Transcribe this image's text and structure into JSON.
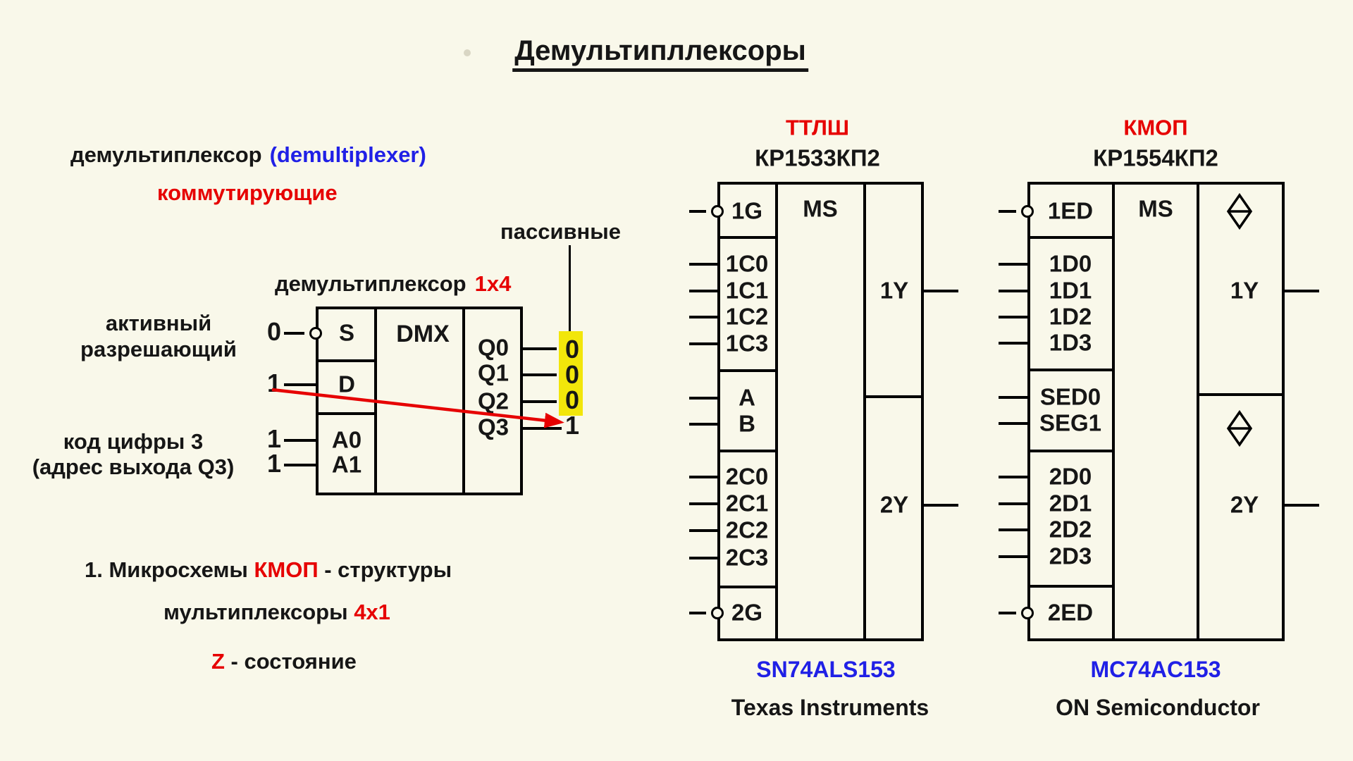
{
  "page": {
    "title": "Демультипллексоры"
  },
  "intro": {
    "term": "демультиплексор",
    "term_en": "(demultiplexer)",
    "commuting": "коммутирующие",
    "passive": "пассивные"
  },
  "dmx": {
    "caption": "демультиплексор",
    "caption_ratio": "1x4",
    "block_label": "DMX",
    "active_label_line1": "активный",
    "active_label_line2": "разрешающий",
    "code_label_line1": "код цифры 3",
    "code_label_line2": "(адрес выхода Q3)",
    "inputs": [
      {
        "name": "S",
        "value": "0",
        "inverted": true
      },
      {
        "name": "D",
        "value": "1",
        "inverted": false
      },
      {
        "name": "A0",
        "value": "1",
        "inverted": false
      },
      {
        "name": "A1",
        "value": "1",
        "inverted": false
      }
    ],
    "outputs": [
      {
        "name": "Q0",
        "value": "0",
        "highlighted": true
      },
      {
        "name": "Q1",
        "value": "0",
        "highlighted": true
      },
      {
        "name": "Q2",
        "value": "0",
        "highlighted": true
      },
      {
        "name": "Q3",
        "value": "1",
        "highlighted": false
      }
    ]
  },
  "chips": [
    {
      "family": "ТТЛШ",
      "part": "КР1533КП2",
      "function_label": "MS",
      "pin_groups": [
        [
          "1G"
        ],
        [
          "1C0",
          "1C1",
          "1C2",
          "1C3"
        ],
        [
          "A",
          "B"
        ],
        [
          "2C0",
          "2C1",
          "2C2",
          "2C3"
        ],
        [
          "2G"
        ]
      ],
      "inverted_pins": [
        "1G",
        "2G"
      ],
      "outputs": [
        "1Y",
        "2Y"
      ],
      "tristate_outputs": false,
      "western_part": "SN74ALS153",
      "manufacturer": "Texas Instruments"
    },
    {
      "family": "КМОП",
      "part": "КР1554КП2",
      "function_label": "MS",
      "pin_groups": [
        [
          "1ED"
        ],
        [
          "1D0",
          "1D1",
          "1D2",
          "1D3"
        ],
        [
          "SED0",
          "SEG1"
        ],
        [
          "2D0",
          "2D1",
          "2D2",
          "2D3"
        ],
        [
          "2ED"
        ]
      ],
      "inverted_pins": [
        "1ED",
        "2ED"
      ],
      "outputs": [
        "1Y",
        "2Y"
      ],
      "tristate_outputs": true,
      "western_part": "MC74AC153",
      "manufacturer": "ON Semiconductor"
    }
  ],
  "notes": [
    {
      "segments": [
        {
          "text": "1. Микросхемы ",
          "color": "black"
        },
        {
          "text": "КМОП",
          "color": "red"
        },
        {
          "text": " - структуры",
          "color": "black"
        }
      ]
    },
    {
      "segments": [
        {
          "text": "мультиплексоры ",
          "color": "black"
        },
        {
          "text": "4х1",
          "color": "red"
        }
      ]
    },
    {
      "segments": [
        {
          "text": "Z",
          "color": "red"
        },
        {
          "text": " - состояние",
          "color": "black"
        }
      ]
    }
  ],
  "colors": {
    "background": "#f9f8ea",
    "text": "#161616",
    "accent_red": "#e60000",
    "accent_blue": "#2020e6",
    "highlight_yellow": "#f2e60a"
  }
}
